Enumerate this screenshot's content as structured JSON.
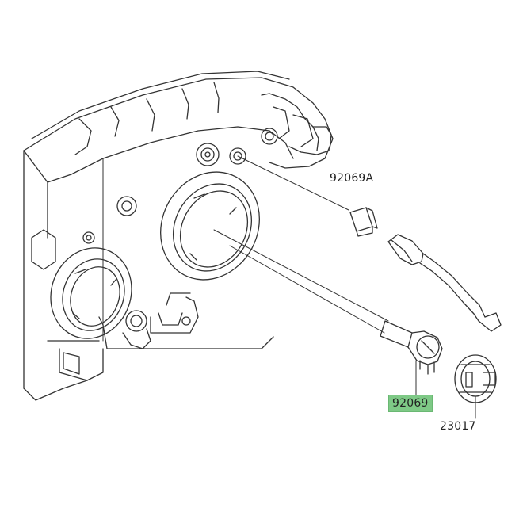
{
  "labels": {
    "position_bulb": "92069A",
    "headlight_bulb": "92069",
    "socket": "23017"
  },
  "colors": {
    "highlight": "#7ec986",
    "line": "#333333",
    "background": "#ffffff"
  }
}
